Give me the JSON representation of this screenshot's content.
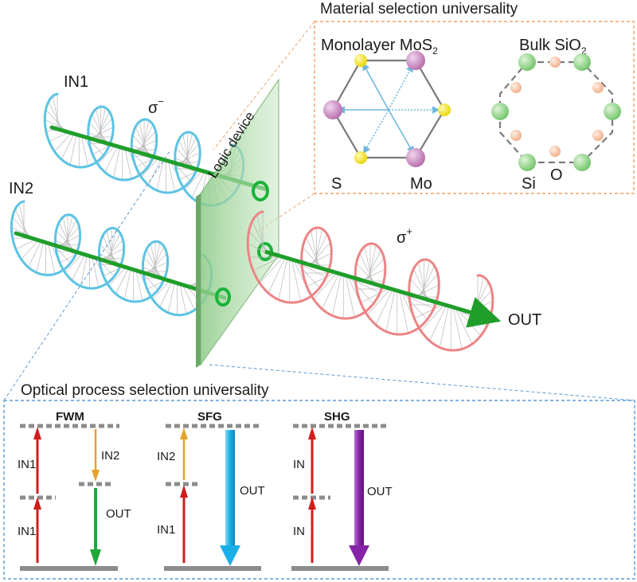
{
  "material": {
    "title": "Material selection universality",
    "mos2": {
      "label": "Monolayer MoS",
      "sub": "2",
      "atom_s": "S",
      "atom_mo": "Mo"
    },
    "sio2": {
      "label": "Bulk SiO",
      "sub": "2",
      "atom_si": "Si",
      "atom_o": "O"
    }
  },
  "main": {
    "in1": "IN1",
    "in2": "IN2",
    "sigma_minus": "σ",
    "sigma_minus_sup": "−",
    "sigma_plus": "σ",
    "sigma_plus_sup": "+",
    "logic_device": "Logic device",
    "out": "OUT"
  },
  "optical": {
    "title": "Optical process selection universality",
    "fwm": {
      "name": "FWM",
      "in1_top": "IN1",
      "in1_bottom": "IN1",
      "in2": "IN2",
      "out": "OUT"
    },
    "sfg": {
      "name": "SFG",
      "in2": "IN2",
      "in1": "IN1",
      "out": "OUT"
    },
    "shg": {
      "name": "SHG",
      "in_top": "IN",
      "in_bottom": "IN",
      "out": "OUT"
    }
  },
  "colors": {
    "beam": "#1f9e2a",
    "helix_in": "#5cc3e3",
    "helix_out": "#ec8486",
    "plate": "#9fd29a",
    "mos2_s": "#f2e600",
    "mos2_mo": "#c483bd",
    "si": "#86d17d",
    "o": "#f6bfa3",
    "red_arrow": "#e02020",
    "orange_arrow": "#e7a52a",
    "green_arrow": "#1ea83a",
    "blue_arrow": "#21b3ec",
    "purple_arrow": "#8b2aa8",
    "box_orange": "#f0a46a",
    "box_blue": "#5b9bd5"
  }
}
